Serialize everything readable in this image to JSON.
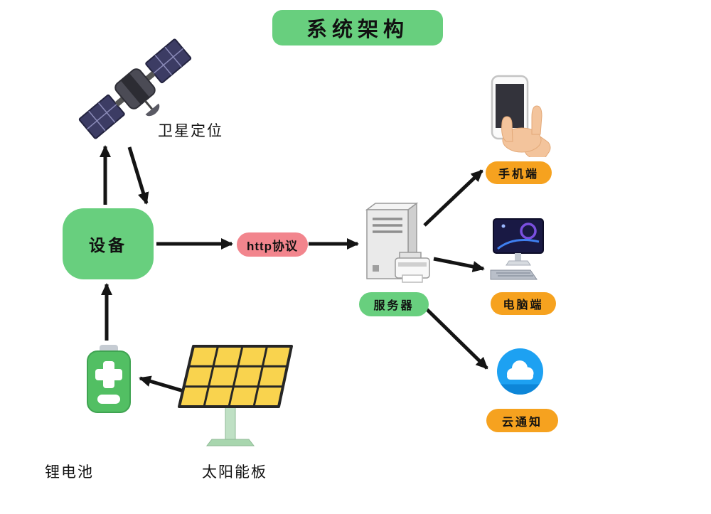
{
  "title": "系统架构",
  "nodes": {
    "satellite": {
      "label": "卫星定位",
      "icon": "satellite-icon"
    },
    "device": {
      "label": "设备"
    },
    "http": {
      "label": "http协议"
    },
    "server": {
      "label": "服务器",
      "icon": "server-tower-icon"
    },
    "mobile": {
      "label": "手机端",
      "icon": "hand-holding-phone-icon"
    },
    "pc": {
      "label": "电脑端",
      "icon": "desktop-computer-icon"
    },
    "cloud": {
      "label": "云通知",
      "icon": "cloud-icon"
    },
    "battery": {
      "label": "锂电池",
      "icon": "battery-icon"
    },
    "solar": {
      "label": "太阳能板",
      "icon": "solar-panel-icon"
    }
  },
  "edges": [
    {
      "from": "device",
      "to": "satellite"
    },
    {
      "from": "satellite",
      "to": "device"
    },
    {
      "from": "device",
      "to": "http"
    },
    {
      "from": "http",
      "to": "server"
    },
    {
      "from": "server",
      "to": "mobile"
    },
    {
      "from": "server",
      "to": "pc"
    },
    {
      "from": "server",
      "to": "cloud"
    },
    {
      "from": "battery",
      "to": "device"
    },
    {
      "from": "solar",
      "to": "battery"
    }
  ],
  "colors": {
    "green": "#68cf7e",
    "pink": "#f2858d",
    "orange": "#f6a21f",
    "cloud_blue": "#1da1f2",
    "battery_green": "#52bf63",
    "panel_yellow": "#f9d34e",
    "arrow_black": "#141414",
    "background": "#ffffff"
  }
}
